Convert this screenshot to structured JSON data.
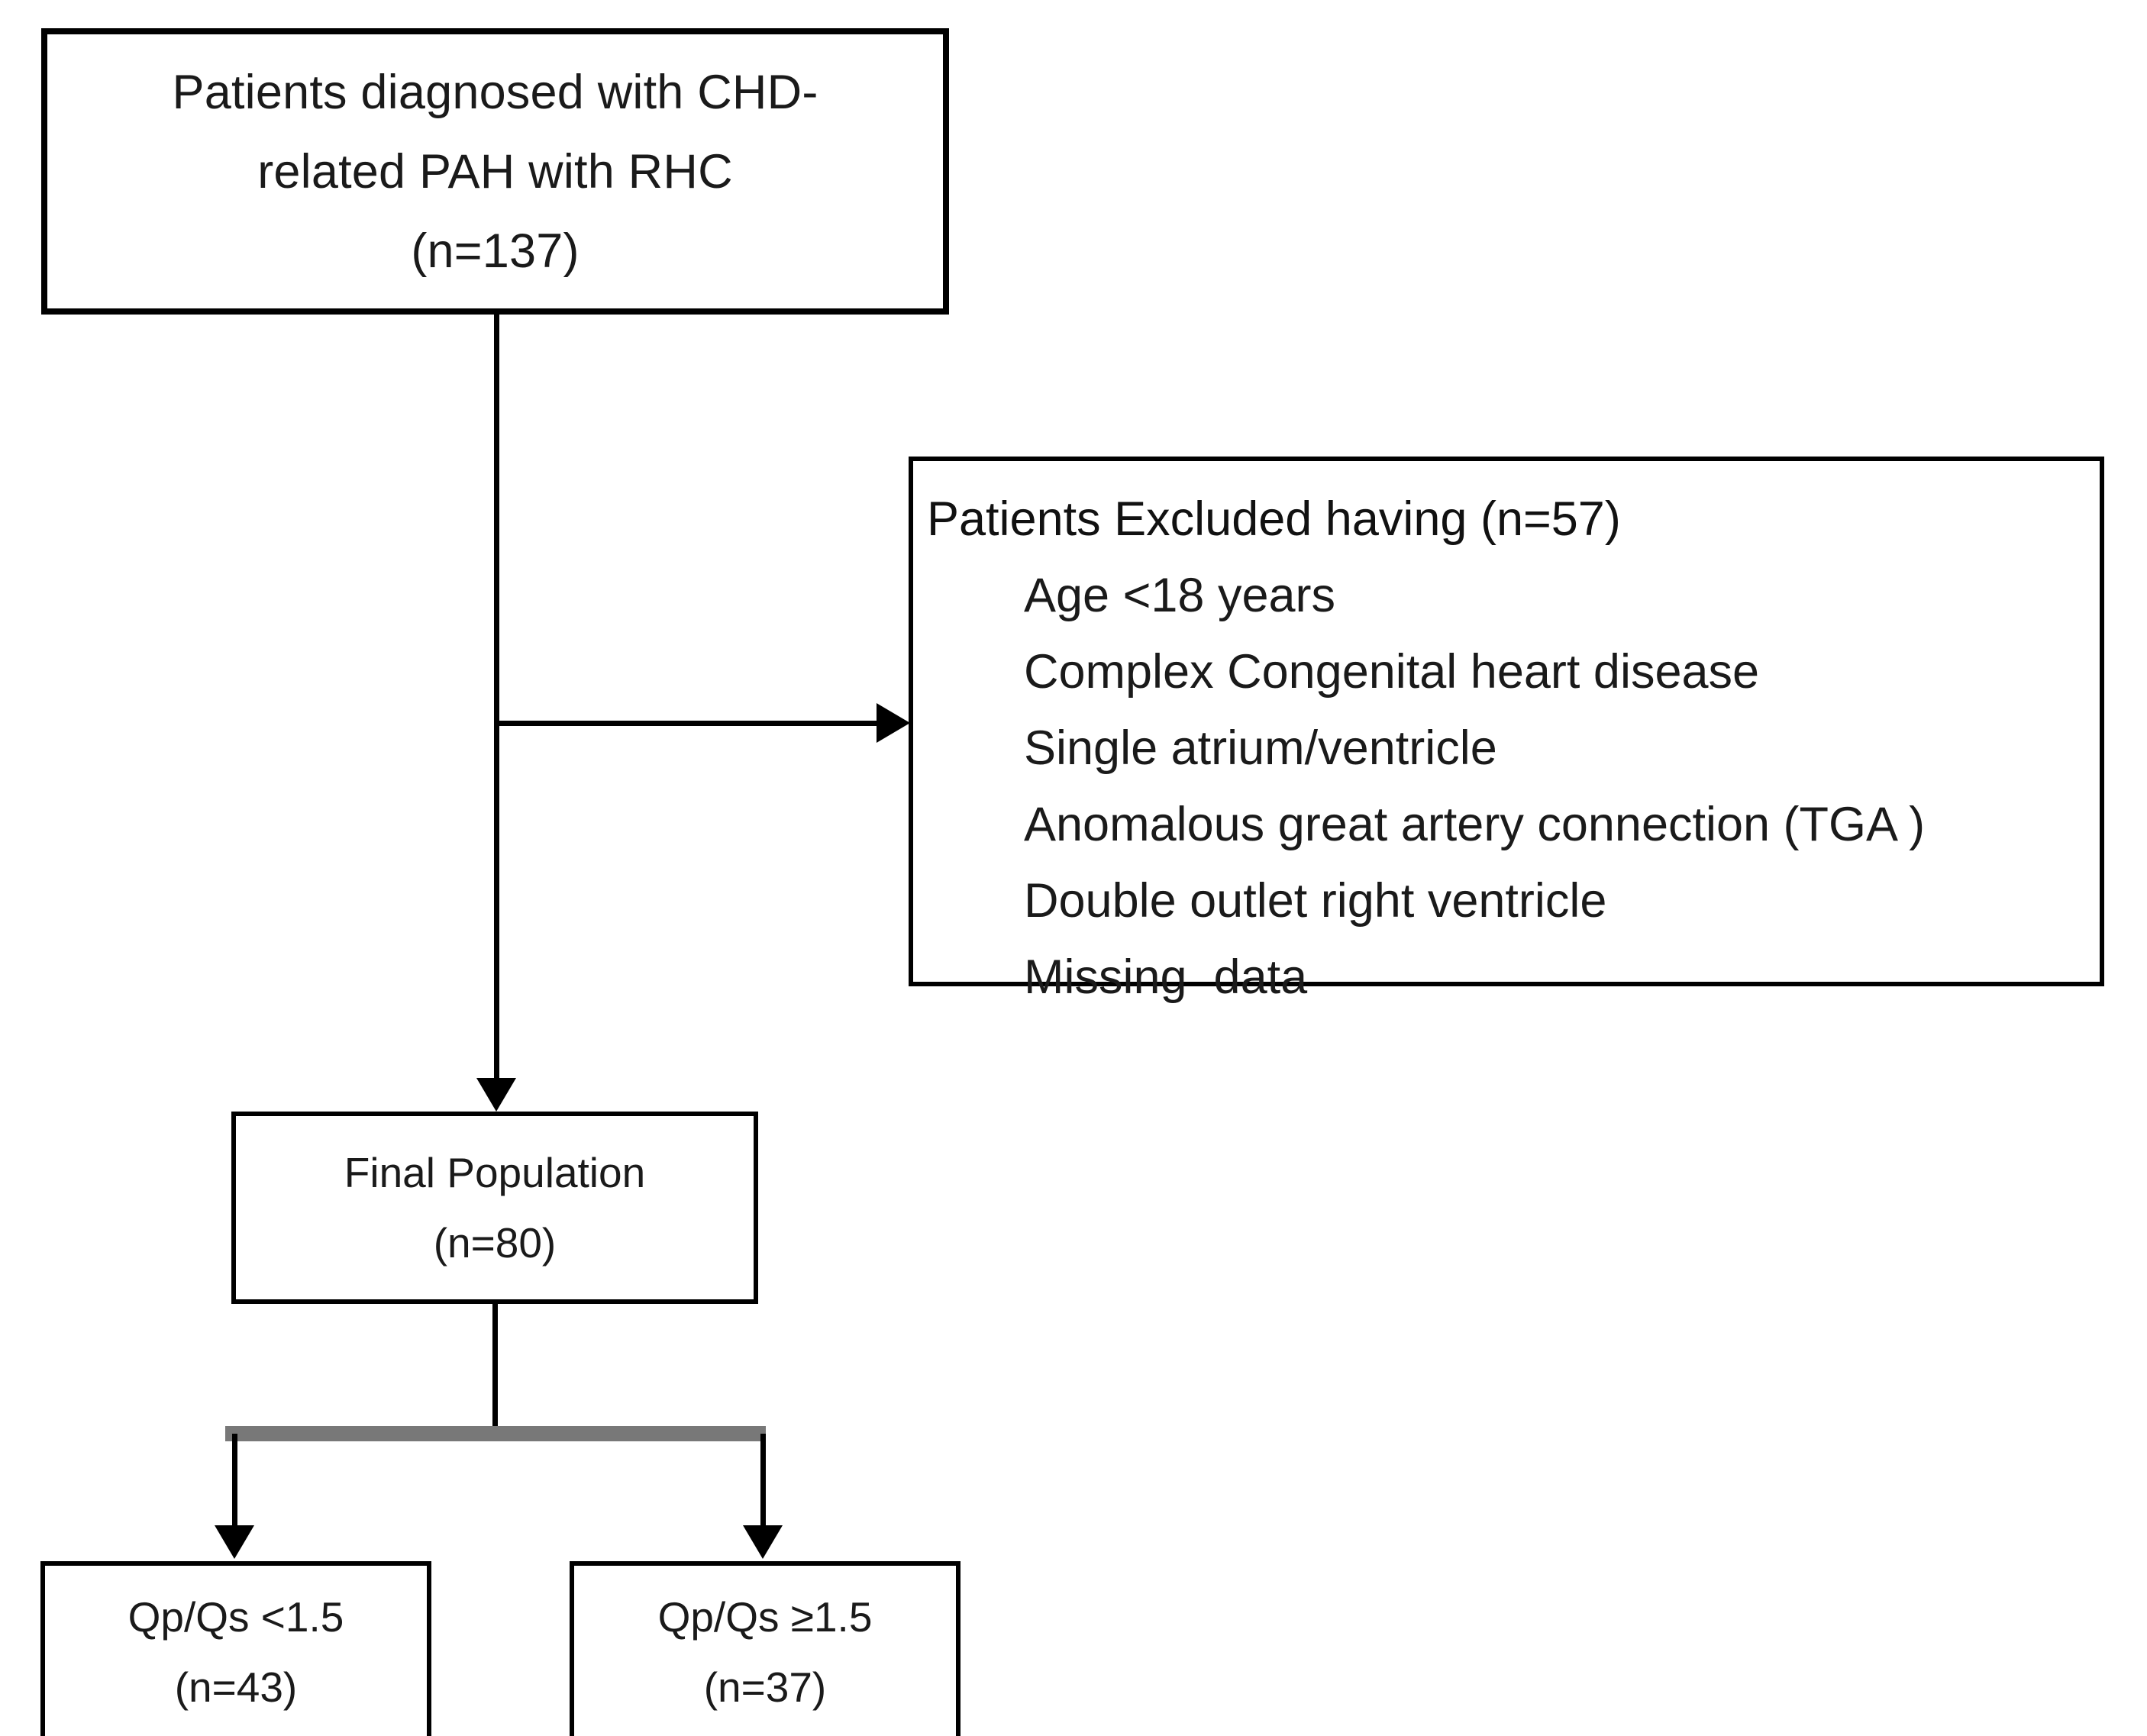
{
  "diagram": {
    "title": "CHD-related PAH patient selection flowchart",
    "colors": {
      "border": "#000000",
      "text": "#1a1a1a",
      "splitter_gray": "#787878",
      "background": "#ffffff"
    },
    "nodes": {
      "enrolled": {
        "name": "Patients diagnosed with CHD-related PAH with RHC",
        "line1": "Patients diagnosed with CHD-",
        "line2": "related PAH with RHC",
        "count_label": "(n=137)",
        "count": 137
      },
      "excluded": {
        "header": "Patients Excluded having (n=57)",
        "count": 57,
        "reasons": [
          "Age <18 years",
          "Complex Congenital heart disease",
          "Single atrium/ventricle",
          "Anomalous great artery connection (TGA )",
          "Double outlet right ventricle",
          "Missing  data"
        ]
      },
      "final_population": {
        "line1": "Final Population",
        "count_label": "(n=80)",
        "count": 80
      },
      "group_low": {
        "line1": "Qp/Qs <1.5",
        "count_label": "(n=43)",
        "count": 43
      },
      "group_high": {
        "line1": "Qp/Qs ≥1.5",
        "count_label": "(n=37)",
        "count": 37
      }
    }
  }
}
